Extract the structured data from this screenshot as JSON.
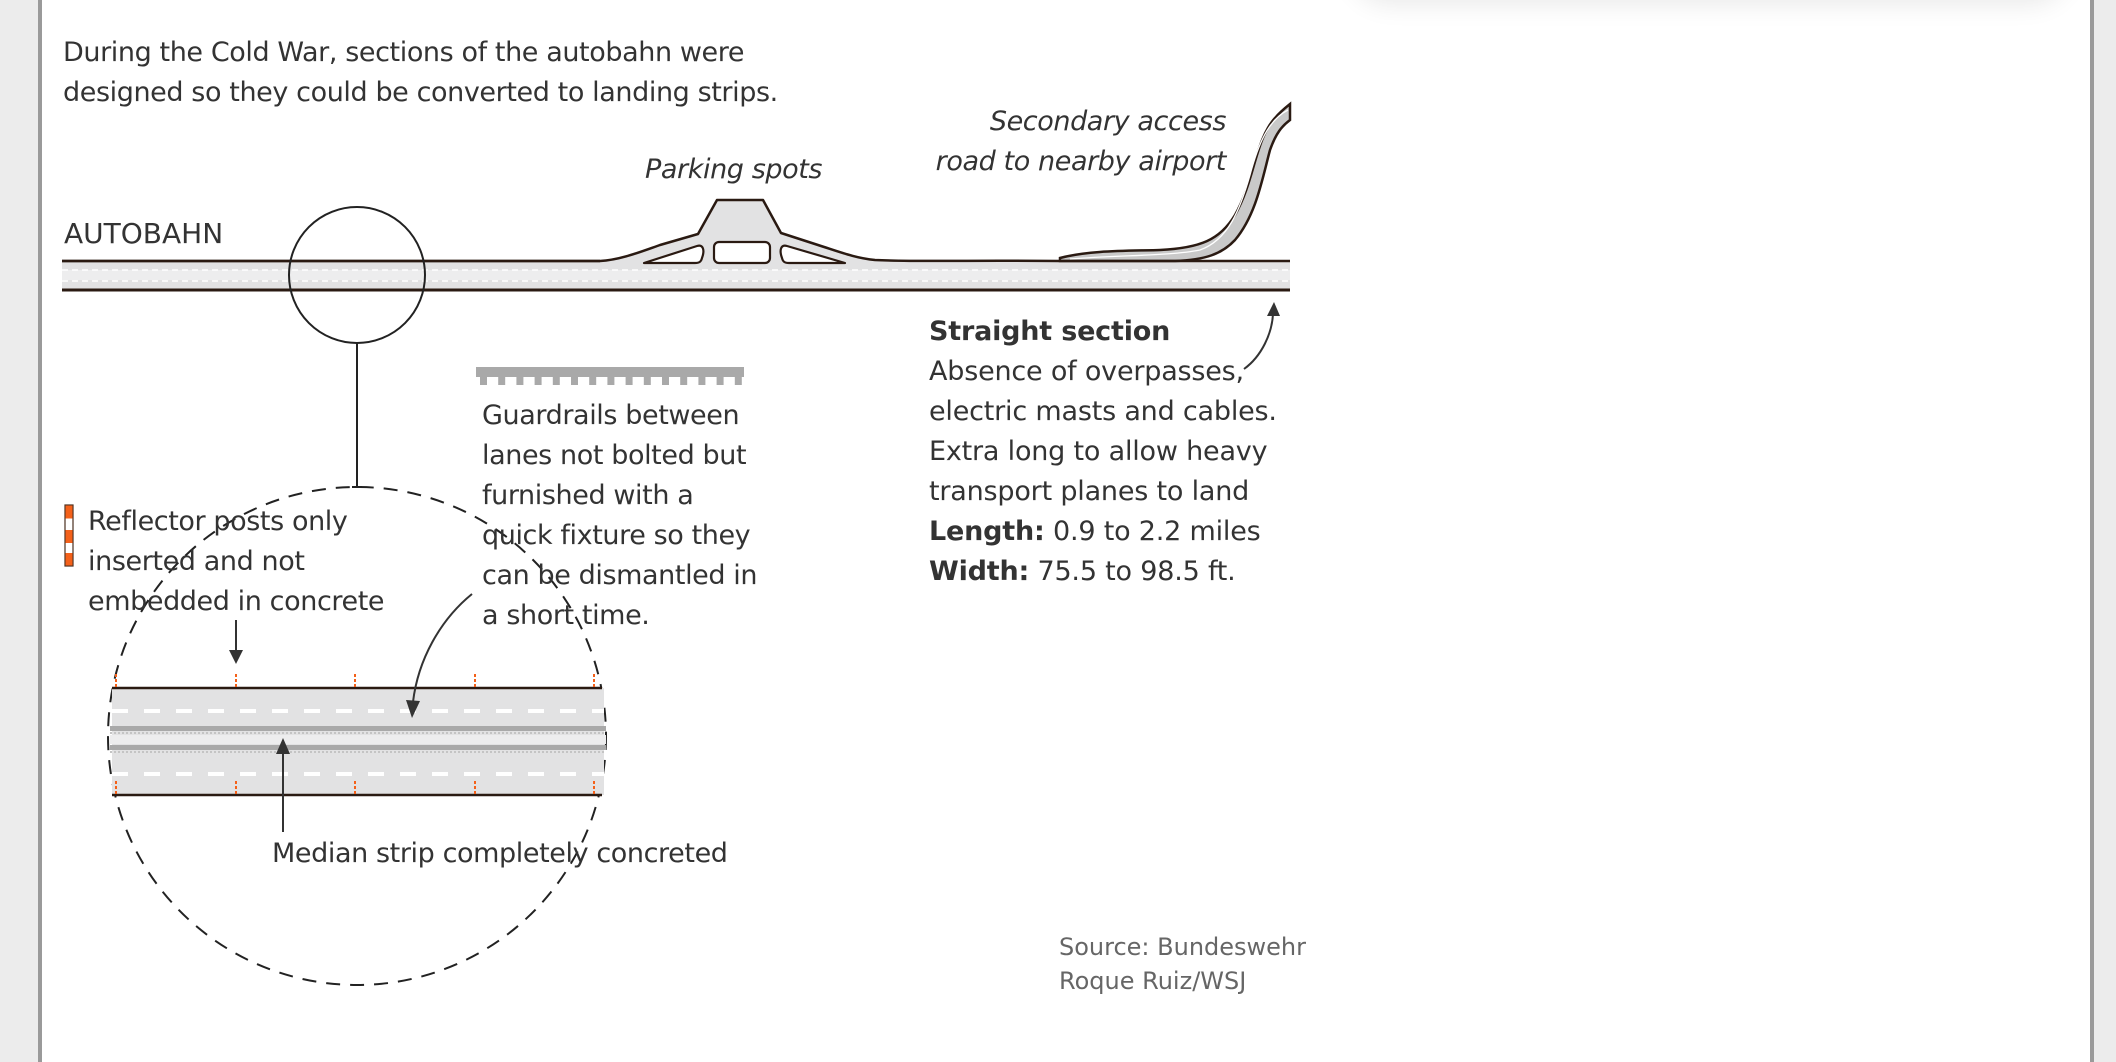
{
  "intro": {
    "line1": "During the Cold War, sections of the autobahn were",
    "line2": "designed so they could be converted to landing strips."
  },
  "labels": {
    "autobahn": "AUTOBAHN",
    "parking": "Parking spots",
    "access_line1": "Secondary access",
    "access_line2": "road to nearby airport",
    "median": "Median strip completely concreted"
  },
  "guardrails": {
    "lines": [
      "Guardrails between",
      "lanes not bolted but",
      "furnished with a",
      "quick fixture so they",
      "can be dismantled in",
      "a short time."
    ]
  },
  "reflector": {
    "lines": [
      "Reflector posts only",
      "inserted and not",
      "embedded in concrete"
    ]
  },
  "straight_section": {
    "title": "Straight section",
    "lines": [
      "Absence of overpasses,",
      "electric masts and cables.",
      "Extra long to allow heavy",
      "transport planes to land"
    ],
    "length_label": "Length:",
    "length_value": " 0.9 to 2.2 miles",
    "width_label": "Width:",
    "width_value": " 75.5 to 98.5 ft."
  },
  "credits": {
    "source": "Source: Bundeswehr",
    "author": "Roque Ruiz/WSJ"
  },
  "colors": {
    "road": "#e0e0e1",
    "road_light": "#ececec",
    "outline": "#2a1a12",
    "guardrail": "#a9a9a9",
    "reflector_orange": "#f4611a",
    "ink": "#333333"
  },
  "icons": {
    "guardrail": "guardrail-icon",
    "reflector": "reflector-post-icon",
    "magnifier": "magnifier-circle-icon"
  }
}
